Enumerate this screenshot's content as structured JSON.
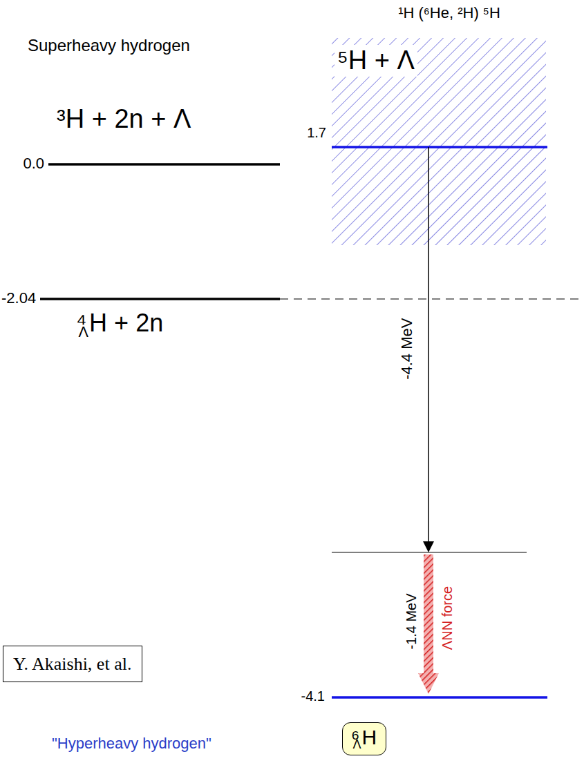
{
  "diagram": {
    "nodes": [
      {
        "text": [
          "⁵H + Λ"
        ]
      },
      {
        "text": [
          "Y. Akaishi, et al."
        ]
      },
      {
        "text": [
          "⁶ΛH"
        ]
      }
    ],
    "labels": [
      "¹H (⁶He, ²H) ⁵H",
      "Superheavy hydrogen",
      "1.7",
      "³H + 2n + Λ",
      "0.0",
      "-4.4 MeV",
      "-2.04",
      "⁴ΛH + 2n",
      "-1.4 MeV",
      "ΛNN force",
      "-4.1",
      "\"Hyperheavy hydrogen\""
    ]
  }
}
